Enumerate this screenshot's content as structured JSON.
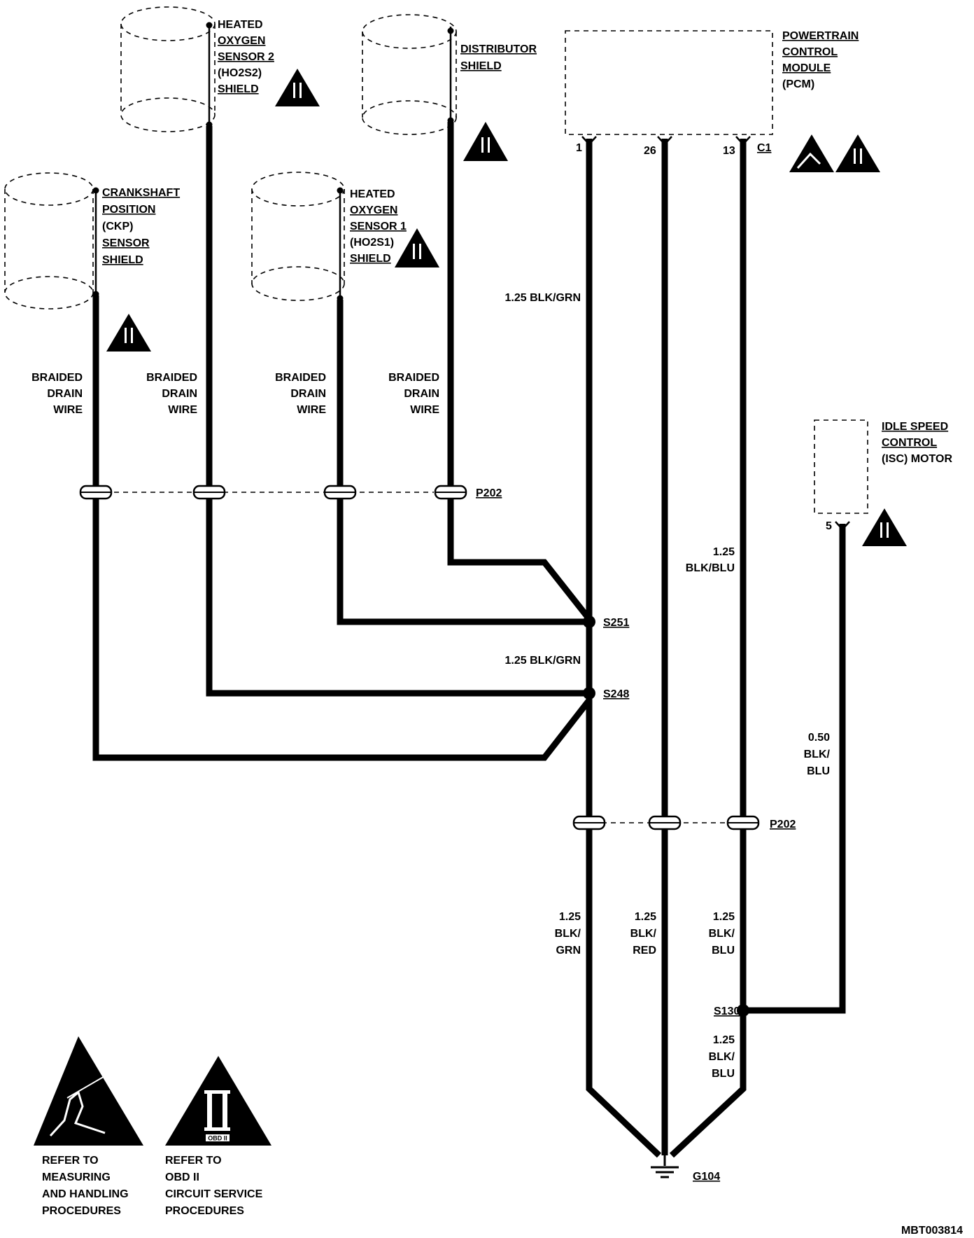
{
  "components": {
    "ho2s2": [
      "HEATED",
      "OXYGEN",
      "SENSOR 2",
      "(HO2S2)",
      "SHIELD"
    ],
    "distributor": [
      "DISTRIBUTOR",
      "SHIELD"
    ],
    "pcm": [
      "POWERTRAIN",
      "CONTROL",
      "MODULE",
      "(PCM)"
    ],
    "ckp": [
      "CRANKSHAFT",
      "POSITION",
      "(CKP)",
      "SENSOR",
      "SHIELD"
    ],
    "ho2s1": [
      "HEATED",
      "OXYGEN",
      "SENSOR 1",
      "(HO2S1)",
      "SHIELD"
    ],
    "isc": [
      "IDLE SPEED",
      "CONTROL",
      "(ISC) MOTOR"
    ]
  },
  "drain_wire": [
    "BRAIDED",
    "DRAIN",
    "WIRE"
  ],
  "pins": {
    "pcm_1": "1",
    "pcm_26": "26",
    "pcm_13": "13",
    "pcm_connector": "C1",
    "isc_5": "5"
  },
  "wires": {
    "blk_grn_top": "1.25 BLK/GRN",
    "blk_grn_mid": "1.25 BLK/GRN",
    "blk_blu_top": [
      "1.25",
      "BLK/BLU"
    ],
    "isc_wire": [
      "0.50",
      "BLK/",
      "BLU"
    ],
    "lower_grn": [
      "1.25",
      "BLK/",
      "GRN"
    ],
    "lower_red": [
      "1.25",
      "BLK/",
      "RED"
    ],
    "lower_blu": [
      "1.25",
      "BLK/",
      "BLU"
    ],
    "bottom_blu": [
      "1.25",
      "BLK/",
      "BLU"
    ]
  },
  "splices": {
    "s251": "S251",
    "s248": "S248",
    "s130": "S130"
  },
  "connectors": {
    "p202_upper": "P202",
    "p202_lower": "P202"
  },
  "ground": "G104",
  "legend": {
    "esd": [
      "REFER TO",
      "MEASURING",
      "AND HANDLING",
      "PROCEDURES"
    ],
    "obd": [
      "REFER TO",
      "OBD II",
      "CIRCUIT SERVICE",
      "PROCEDURES"
    ],
    "obd_symbol": "II",
    "obd_symbol_caption": "OBD II"
  },
  "figure_id": "MBT003814",
  "icons": [
    "obd-ii-warning-icon",
    "esd-warning-icon",
    "ground-symbol-icon"
  ]
}
